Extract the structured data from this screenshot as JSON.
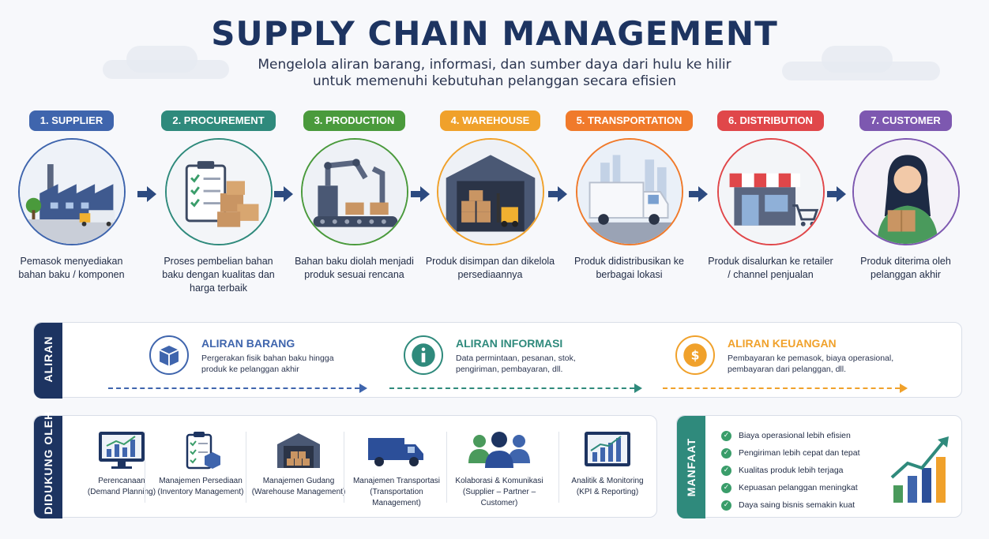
{
  "header": {
    "title": "SUPPLY CHAIN MANAGEMENT",
    "subtitle_line1": "Mengelola aliran barang, informasi, dan sumber daya dari hulu ke hilir",
    "subtitle_line2": "untuk memenuhi kebutuhan pelanggan secara efisien"
  },
  "steps": [
    {
      "label": "1. SUPPLIER",
      "desc": "Pemasok menyediakan bahan baku / komponen",
      "color": "#3f65ad",
      "icon": "factory-icon"
    },
    {
      "label": "2. PROCUREMENT",
      "desc": "Proses pembelian bahan baku dengan kualitas dan harga terbaik",
      "color": "#2f8a7c",
      "icon": "clipboard-boxes-icon"
    },
    {
      "label": "3. PRODUCTION",
      "desc": "Bahan baku diolah menjadi produk sesuai rencana",
      "color": "#4a9a3c",
      "icon": "robot-arm-icon"
    },
    {
      "label": "4. WAREHOUSE",
      "desc": "Produk disimpan dan dikelola persediaannya",
      "color": "#f0a12b",
      "icon": "warehouse-icon"
    },
    {
      "label": "5. TRANSPORTATION",
      "desc": "Produk didistribusikan ke berbagai lokasi",
      "color": "#f07a2b",
      "icon": "truck-icon"
    },
    {
      "label": "6. DISTRIBUTION",
      "desc": "Produk disalurkan ke retailer / channel penjualan",
      "color": "#e0474a",
      "icon": "store-icon"
    },
    {
      "label": "7. CUSTOMER",
      "desc": "Produk diterima oleh pelanggan akhir",
      "color": "#7d58b0",
      "icon": "customer-icon"
    }
  ],
  "aliran": {
    "tab_label": "ALIRAN",
    "flows": [
      {
        "title": "ALIRAN BARANG",
        "desc": "Pergerakan fisik bahan baku hingga produk ke pelanggan akhir",
        "color": "#3f65ad",
        "icon": "box-icon"
      },
      {
        "title": "ALIRAN INFORMASI",
        "desc": "Data permintaan, pesanan, stok, pengiriman, pembayaran, dll.",
        "color": "#2f8a7c",
        "icon": "info-icon"
      },
      {
        "title": "ALIRAN KEUANGAN",
        "desc": "Pembayaran ke pemasok, biaya operasional, pembayaran dari pelanggan, dll.",
        "color": "#f0a12b",
        "icon": "dollar-coin-icon"
      }
    ]
  },
  "support": {
    "tab_label": "DIDUKUNG OLEH",
    "items": [
      {
        "line1": "Perencanaan",
        "line2": "(Demand Planning)",
        "icon": "monitor-chart-icon"
      },
      {
        "line1": "Manajemen Persediaan",
        "line2": "(Inventory Management)",
        "icon": "checklist-icon"
      },
      {
        "line1": "Manajemen Gudang",
        "line2": "(Warehouse Management)",
        "icon": "warehouse-icon"
      },
      {
        "line1": "Manajemen Transportasi",
        "line2": "(Transportation Management)",
        "icon": "truck-icon"
      },
      {
        "line1": "Kolaborasi & Komunikasi",
        "line2": "(Supplier – Partner – Customer)",
        "icon": "people-icon"
      },
      {
        "line1": "Analitik & Monitoring",
        "line2": "(KPI & Reporting)",
        "icon": "analytics-icon"
      }
    ]
  },
  "benefits": {
    "tab_label": "MANFAAT",
    "items": [
      "Biaya operasional lebih efisien",
      "Pengiriman lebih cepat dan tepat",
      "Kualitas produk lebih terjaga",
      "Kepuasan pelanggan meningkat",
      "Daya saing bisnis semakin kuat"
    ]
  }
}
